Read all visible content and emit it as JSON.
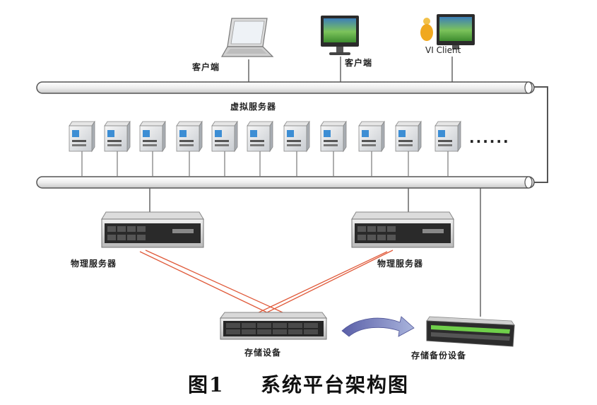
{
  "diagram": {
    "clients": [
      {
        "label": "客户端",
        "icon": "laptop-icon"
      },
      {
        "label": "客户端",
        "icon": "monitor-icon"
      },
      {
        "label": "VI Client",
        "icon": "monitor-icon"
      }
    ],
    "virtual_server_label": "虚拟服务器",
    "ellipsis": "······",
    "physical_servers": [
      {
        "label": "物理服务器",
        "icon": "rack-server-icon"
      },
      {
        "label": "物理服务器",
        "icon": "rack-server-icon"
      }
    ],
    "storage": {
      "label": "存储设备",
      "icon": "storage-array-icon"
    },
    "backup_storage": {
      "label": "存储备份设备",
      "icon": "backup-storage-icon"
    },
    "colors": {
      "link_line": "#e05a3a",
      "bus_line": "#666666",
      "arrow": "#6a6fb4"
    }
  },
  "caption": {
    "figure_number": "图1",
    "title": "系统平台架构图"
  }
}
